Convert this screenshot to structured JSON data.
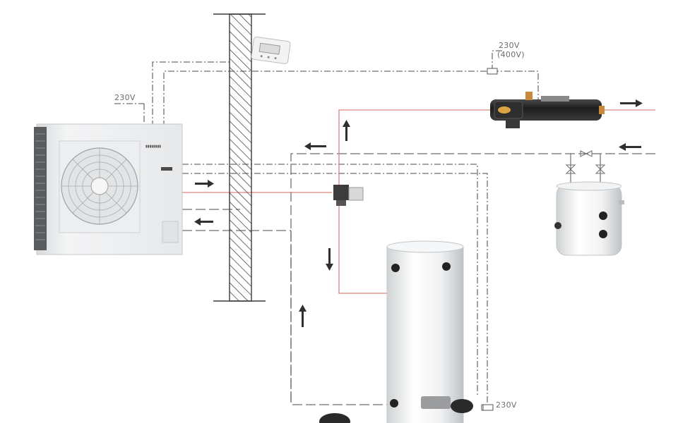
{
  "labels": {
    "voltage_outdoor": "230V",
    "voltage_heater_line1": "230V",
    "voltage_heater_line2": "(400V)",
    "voltage_cylinder": "230V"
  },
  "colors": {
    "flow_line": "#d9837f",
    "control_line": "#6f6f6f",
    "wall_hatch": "#4a4a4a",
    "heater_body": "#2a2a2a",
    "heater_accent": "#d9a441",
    "fitting": "#c88a3a"
  },
  "icons": {
    "flow_right": "arrow-right-icon",
    "flow_left": "arrow-left-icon",
    "flow_up": "arrow-up-icon",
    "flow_down": "arrow-down-icon"
  }
}
